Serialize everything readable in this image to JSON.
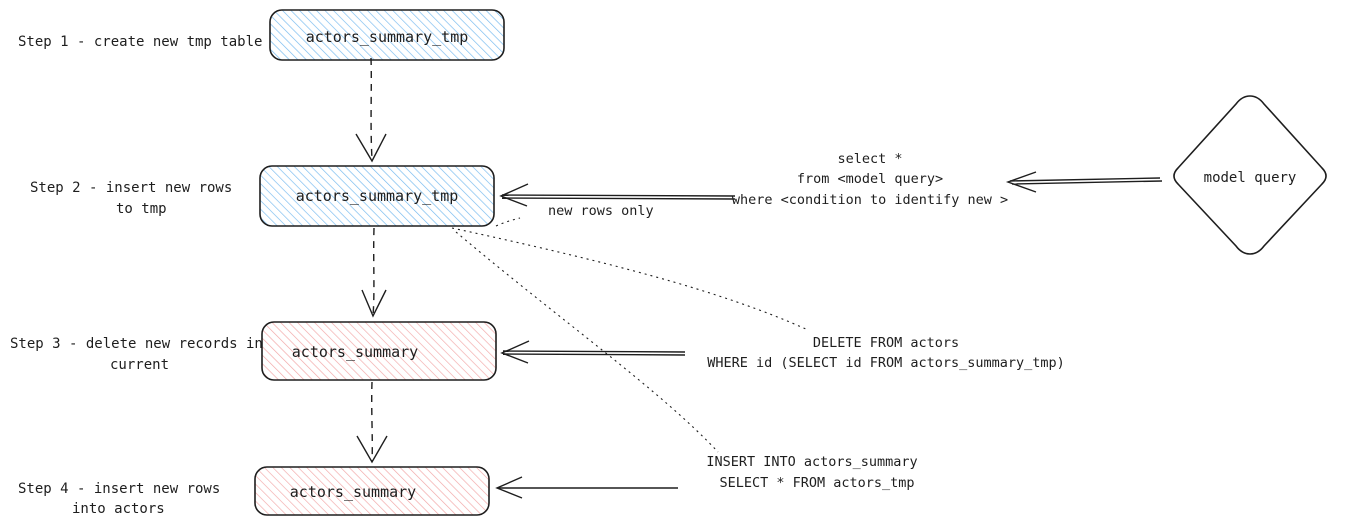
{
  "steps": {
    "step1": {
      "label": "Step 1 - create new tmp table",
      "box": "actors_summary_tmp"
    },
    "step2": {
      "label_line1": "Step 2 - insert new rows",
      "label_line2": "to tmp",
      "box": "actors_summary_tmp"
    },
    "step3": {
      "label_line1": "Step 3 - delete new records in",
      "label_line2": "current",
      "box": "actors_summary"
    },
    "step4": {
      "label_line1": "Step 4 - insert new rows",
      "label_line2": "into actors",
      "box": "actors_summary"
    }
  },
  "model": {
    "label": "model query"
  },
  "queries": {
    "select": {
      "line1": "select *",
      "line2": "from <model query>",
      "line3": "where <condition to identify new >"
    },
    "new_rows": "new rows only",
    "delete": {
      "line1": "DELETE FROM actors",
      "line2": "WHERE id (SELECT id FROM actors_summary_tmp)"
    },
    "insert": {
      "line1": "INSERT INTO actors_summary",
      "line2": "SELECT * FROM actors_tmp"
    }
  },
  "colors": {
    "blue_fill": "#a5d8ff",
    "red_fill": "#ffc9c9",
    "stroke": "#1e1e1e"
  }
}
